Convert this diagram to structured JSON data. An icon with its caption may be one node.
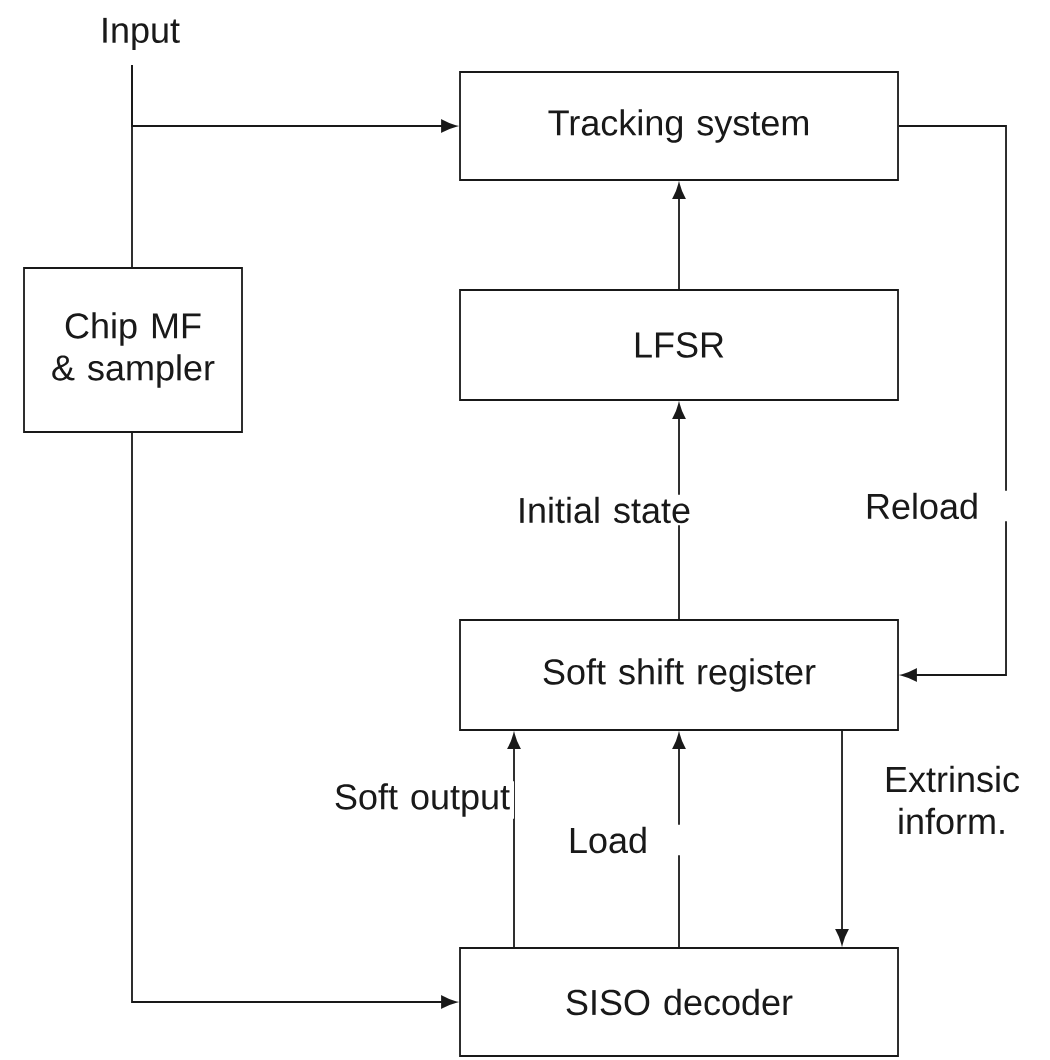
{
  "diagram": {
    "nodes": [
      {
        "text": [
          "Input"
        ]
      },
      {
        "text": [
          "Tracking system"
        ]
      },
      {
        "text": [
          "Chip MF & sampler"
        ]
      },
      {
        "text": [
          "LFSR"
        ]
      },
      {
        "text": [
          "Soft shift register"
        ]
      },
      {
        "text": [
          "SISO decoder"
        ]
      }
    ],
    "edges": [
      {
        "from": 0,
        "to": 1,
        "arrow": "to"
      },
      {
        "from": 0,
        "to": 2,
        "arrow": "none"
      },
      {
        "from": 2,
        "to": 5,
        "arrow": "to"
      },
      {
        "from": 3,
        "to": 1,
        "arrow": "to"
      },
      {
        "from": 4,
        "to": 3,
        "arrow": "to",
        "label": "Initial state"
      },
      {
        "from": 1,
        "to": 4,
        "arrow": "to",
        "label": "Reload"
      },
      {
        "from": 5,
        "to": 4,
        "arrow": "to",
        "label": "Soft output"
      },
      {
        "from": 5,
        "to": 4,
        "arrow": "to",
        "label": "Load"
      },
      {
        "from": 4,
        "to": 5,
        "arrow": "to",
        "label": "Extrinsic inform."
      }
    ]
  }
}
